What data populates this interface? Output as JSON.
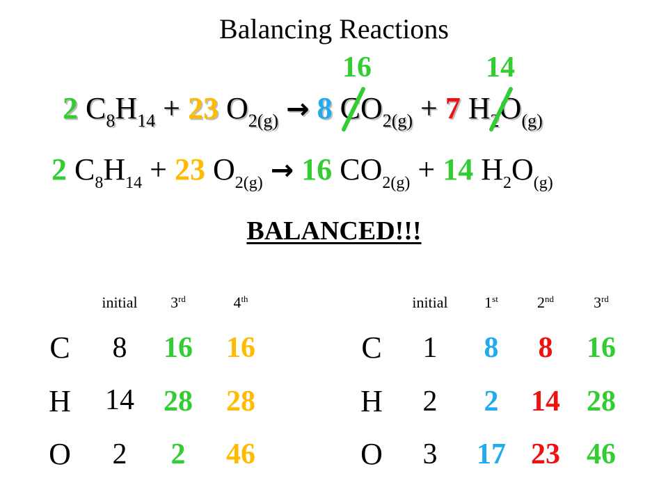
{
  "title": "Balancing Reactions",
  "above_numbers": {
    "co2_new": "16",
    "h2o_new": "14"
  },
  "eq1": {
    "coef_c8h14": "2",
    "c": "C",
    "c_sub": "8",
    "h": "H",
    "h_sub": "14",
    "plus1": "+",
    "coef_o2": "23",
    "o2": "O",
    "o2_sub": "2(g)",
    "arrow": "→",
    "coef_co2": "8",
    "co2": "CO",
    "co2_sub": "2(g)",
    "plus2": "+",
    "coef_h2o": "7",
    "h2o_h": "H",
    "h2o_h_sub": "2",
    "h2o_o": "O",
    "h2o_o_sub": "(g)"
  },
  "eq2": {
    "coef_c8h14": "2",
    "c": "C",
    "c_sub": "8",
    "h": "H",
    "h_sub": "14",
    "plus1": "+",
    "coef_o2": "23",
    "o2": "O",
    "o2_sub": "2(g)",
    "arrow": "→",
    "coef_co2": "16",
    "co2": "CO",
    "co2_sub": "2(g)",
    "plus2": "+",
    "coef_h2o": "14",
    "h2o_h": "H",
    "h2o_h_sub": "2",
    "h2o_o": "O",
    "h2o_o_sub": "(g)"
  },
  "balanced_label": "BALANCED!!!",
  "left_table": {
    "headers": [
      {
        "text": "initial",
        "sup": ""
      },
      {
        "text": "3",
        "sup": "rd"
      },
      {
        "text": "4",
        "sup": "th"
      }
    ],
    "rows": [
      {
        "element": "C",
        "values": [
          "8",
          "16",
          "16"
        ]
      },
      {
        "element": "H",
        "values": [
          "14",
          "28",
          "28"
        ]
      },
      {
        "element": "O",
        "values": [
          "2",
          "2",
          "46"
        ]
      }
    ]
  },
  "right_table": {
    "headers": [
      {
        "text": "initial",
        "sup": ""
      },
      {
        "text": "1",
        "sup": "st"
      },
      {
        "text": "2",
        "sup": "nd"
      },
      {
        "text": "3",
        "sup": "rd"
      }
    ],
    "rows": [
      {
        "element": "C",
        "values": [
          "1",
          "8",
          "8",
          "16"
        ]
      },
      {
        "element": "H",
        "values": [
          "2",
          "2",
          "14",
          "28"
        ]
      },
      {
        "element": "O",
        "values": [
          "3",
          "17",
          "23",
          "46"
        ]
      }
    ]
  },
  "colors": {
    "green": "#33cc33",
    "orange": "#ffbb00",
    "blue": "#22aaee",
    "red": "#ee1111"
  }
}
